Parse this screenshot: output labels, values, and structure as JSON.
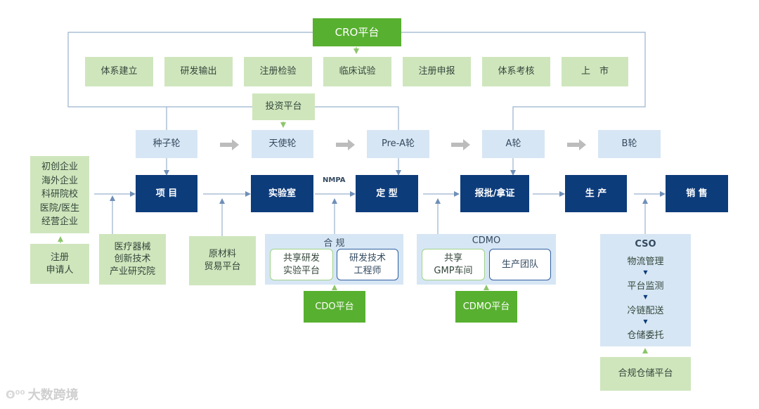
{
  "cro": {
    "title": "CRO平台",
    "steps": [
      "体系建立",
      "研发输出",
      "注册检验",
      "临床试验",
      "注册申报",
      "体系考核",
      "上　市"
    ]
  },
  "investment": "投资平台",
  "rounds": [
    "种子轮",
    "天使轮",
    "Pre-A轮",
    "A轮",
    "B轮"
  ],
  "main_flow": [
    "项 目",
    "实验室",
    "定 型",
    "报批/拿证",
    "生 产",
    "销 售"
  ],
  "nmpa": "NMPA",
  "left_sources": {
    "companies": "初创企业\n海外企业\n科研院校\n医院/医生\n经营企业",
    "applicant": "注册\n申请人",
    "institute": "医疗器械\n创新技术\n产业研究院",
    "materials": "原材料\n贸易平台"
  },
  "compliance": {
    "title": "合 规",
    "items": [
      "共享研发\n实验平台",
      "研发技术\n工程师"
    ],
    "platform": "CDO平台"
  },
  "cdmo": {
    "title": "CDMO",
    "items": [
      "共享\nGMP车间",
      "生产团队"
    ],
    "platform": "CDMO平台"
  },
  "cso": {
    "title": "CSO",
    "items": [
      "物流管理",
      "平台监测",
      "冷链配送",
      "仓储委托"
    ],
    "platform": "合规仓储平台"
  },
  "watermark": "大数跨境",
  "colors": {
    "light_green": "#cfe6bd",
    "light_blue": "#d7e6f4",
    "navy": "#0d3c7b",
    "green": "#58b030",
    "connector": "#9ab2cc",
    "arrow_gray": "#bcbcbc"
  }
}
